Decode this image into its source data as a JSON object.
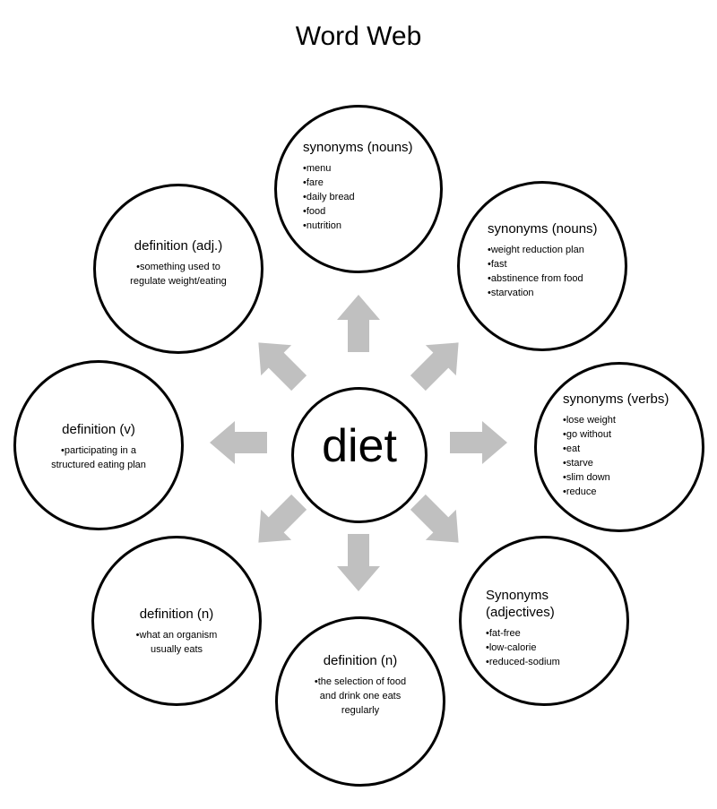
{
  "title": "Word Web",
  "center": "diet",
  "nodes": {
    "top": {
      "heading": "synonyms (nouns)",
      "items": [
        "menu",
        "fare",
        "daily bread",
        "food",
        "nutrition"
      ]
    },
    "top_right": {
      "heading": "synonyms (nouns)",
      "items": [
        "weight reduction plan",
        "fast",
        "abstinence from food",
        "starvation"
      ]
    },
    "right": {
      "heading": "synonyms (verbs)",
      "items": [
        "lose weight",
        "go without",
        "eat",
        "starve",
        "slim down",
        "reduce"
      ]
    },
    "bottom_right": {
      "heading_line1": "Synonyms",
      "heading_line2": "(adjectives)",
      "items": [
        "fat-free",
        "low-calorie",
        "reduced-sodium"
      ]
    },
    "bottom": {
      "heading": "definition (n)",
      "text_line1": "•the selection of food",
      "text_line2": "and drink one eats",
      "text_line3": "regularly"
    },
    "bottom_left": {
      "heading": "definition (n)",
      "text_line1": "•what an organism",
      "text_line2": "usually eats"
    },
    "left": {
      "heading": "definition (v)",
      "text_line1": "•participating in a",
      "text_line2": "structured eating plan"
    },
    "top_left": {
      "heading": "definition (adj.)",
      "text_line1": "•something used to",
      "text_line2": "regulate weight/eating"
    }
  },
  "colors": {
    "arrow": "#c0c0c0",
    "outline": "#000000"
  }
}
